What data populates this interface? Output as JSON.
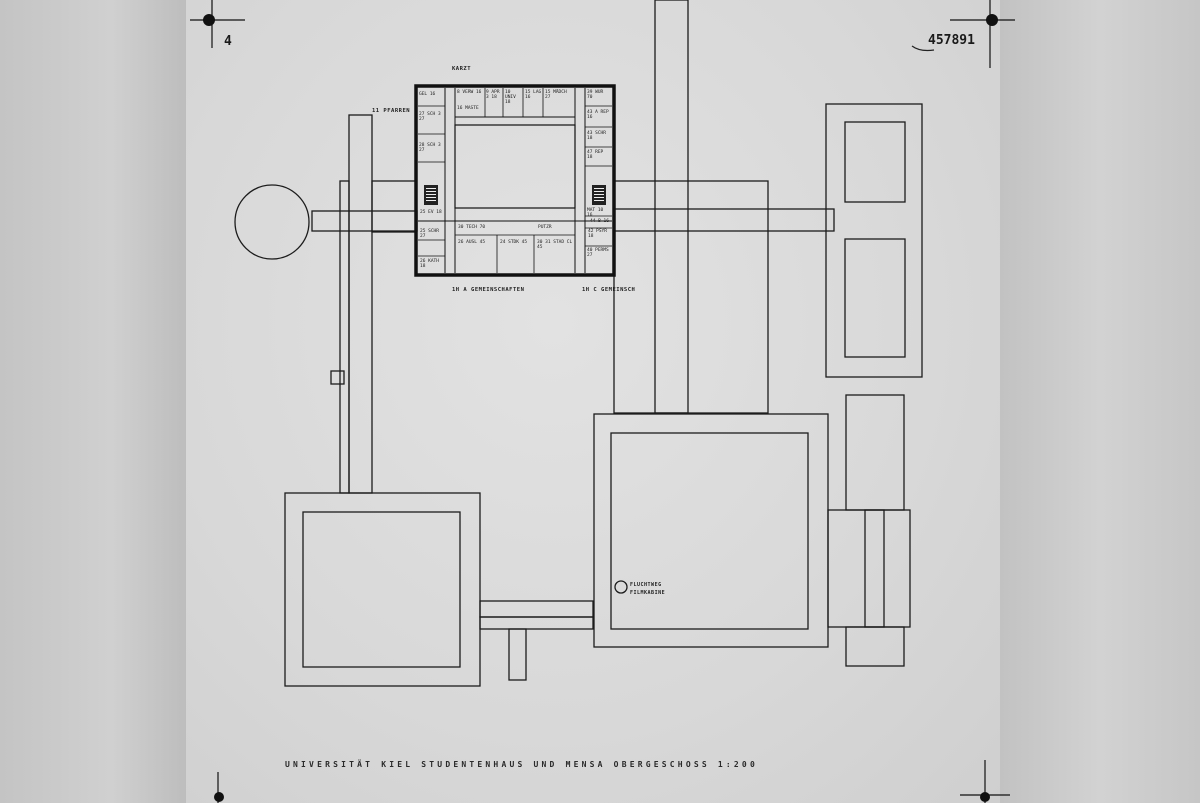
{
  "sheet": {
    "sheet_number": "4",
    "negative_number": "457891",
    "caption": "UNIVERSITÄT KIEL   STUDENTENHAUS UND MENSA   OBERGESCHOSS   1:200"
  },
  "plan_labels": {
    "top": "KARZT",
    "left_wing": "11 PFARREN",
    "bottom_left": "1H A GEMEINSCHAFTEN",
    "bottom_right": "1H C GEMEINSCH",
    "note_line1": "FLUCHTWEG",
    "note_line2": "FILMKABINE"
  },
  "rooms": [
    {
      "id": "r1",
      "text": "GEL 16"
    },
    {
      "id": "r2",
      "text": "8 VERW 16"
    },
    {
      "id": "r3",
      "text": "9 APR 3 18"
    },
    {
      "id": "r4",
      "text": "10 UNIV 18"
    },
    {
      "id": "r5",
      "text": "15 LAG 16"
    },
    {
      "id": "r6",
      "text": "15 MÄDCH 27"
    },
    {
      "id": "r7",
      "text": "39 WUR 70"
    },
    {
      "id": "r8",
      "text": "16 MASTE"
    },
    {
      "id": "r9",
      "text": "27 SCH 3 27"
    },
    {
      "id": "r10",
      "text": "43 A REP 16"
    },
    {
      "id": "r11",
      "text": "43 SCHR 18"
    },
    {
      "id": "r12",
      "text": "28 SCH 3 27"
    },
    {
      "id": "r13",
      "text": "47 REP 18"
    },
    {
      "id": "r14",
      "text": "MAT 10 16"
    },
    {
      "id": "r15",
      "text": "25 EV 18"
    },
    {
      "id": "r16",
      "text": "30 TECH 70"
    },
    {
      "id": "r17",
      "text": "PUTZR"
    },
    {
      "id": "r18",
      "text": "44 B 16"
    },
    {
      "id": "r19",
      "text": "25 SCHR 27"
    },
    {
      "id": "r20",
      "text": "42 PSYR 18"
    },
    {
      "id": "r21",
      "text": "26 AUSL 45"
    },
    {
      "id": "r22",
      "text": "24 STDK 45"
    },
    {
      "id": "r23",
      "text": "30 31 STAD CL 45"
    },
    {
      "id": "r24",
      "text": "40 PERMS 27"
    },
    {
      "id": "r25",
      "text": "26 KATH 18"
    }
  ]
}
